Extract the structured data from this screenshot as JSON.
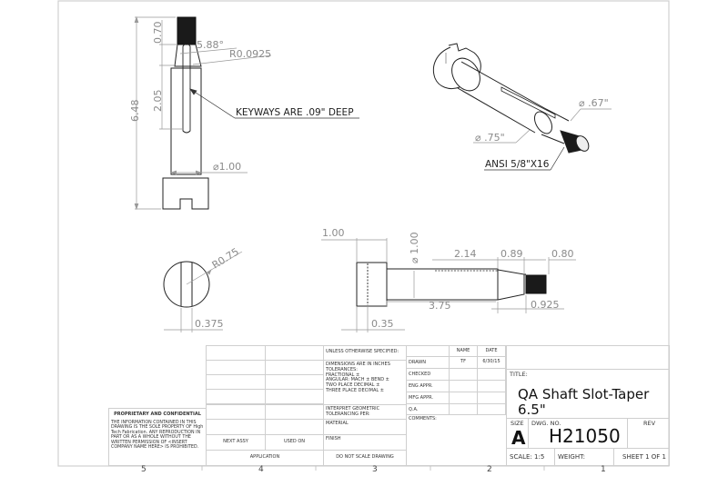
{
  "drawing": {
    "title_label": "TITLE:",
    "title": "QA Shaft Slot-Taper 6.5\"",
    "size_label": "SIZE",
    "size": "A",
    "dwg_no_label": "DWG.  NO.",
    "dwg_no": "H21050",
    "rev_label": "REV",
    "scale": "SCALE: 1:5",
    "weight": "WEIGHT:",
    "sheet": "SHEET 1 OF 1"
  },
  "views": {
    "front": {
      "overall_length": "6.48",
      "thread_length": "0.70",
      "taper_angle": "5.88°",
      "fillet_radius": "R0.0925",
      "keyway_length": "2.05",
      "keyway_note": "KEYWAYS ARE .09\" DEEP",
      "diameter": "⌀1.00"
    },
    "isometric": {
      "dia_small": "⌀ .67\"",
      "dia_taper": "⌀ .75\"",
      "thread_note": "ANSI 5/8\"X16"
    },
    "end": {
      "radius": "R0.75",
      "slot_width": "0.375"
    },
    "side": {
      "head_length": "1.00",
      "diameter": "⌀ 1.00",
      "keyway_length": "2.14",
      "taper_length": "0.89",
      "thread_length": "0.80",
      "shaft_length": "3.75",
      "tip_length": "0.925",
      "slot_depth": "0.35"
    }
  },
  "title_block": {
    "proprietary_heading": "PROPRIETARY AND CONFIDENTIAL",
    "proprietary_text": "THE INFORMATION CONTAINED IN THIS DRAWING IS THE SOLE PROPERTY OF High Tech Fabrication.  ANY REPRODUCTION IN PART OR AS A WHOLE WITHOUT THE WRITTEN PERMISSION OF <INSERT COMPANY NAME HERE> IS PROHIBITED.",
    "next_assy": "NEXT ASSY",
    "used_on": "USED ON",
    "application": "APPLICATION",
    "unless_specified": "UNLESS OTHERWISE SPECIFIED:",
    "dimensions_text": "DIMENSIONS ARE IN INCHES\nTOLERANCES:\nFRACTIONAL ±\nANGULAR: MACH ±    BEND ±\nTWO PLACE DECIMAL    ±\nTHREE PLACE DECIMAL  ±",
    "interpret": "INTERPRET GEOMETRIC TOLERANCING PER:",
    "material": "MATERIAL",
    "finish": "FINISH",
    "do_not_scale": "DO NOT SCALE DRAWING",
    "name_header": "NAME",
    "date_header": "DATE",
    "rows": [
      {
        "label": "DRAWN",
        "name": "TF",
        "date": "6/30/15"
      },
      {
        "label": "CHECKED",
        "name": "",
        "date": ""
      },
      {
        "label": "ENG APPR.",
        "name": "",
        "date": ""
      },
      {
        "label": "MFG APPR.",
        "name": "",
        "date": ""
      },
      {
        "label": "Q.A.",
        "name": "",
        "date": ""
      }
    ],
    "comments": "COMMENTS:"
  },
  "zones": [
    "5",
    "4",
    "3",
    "2",
    "1"
  ]
}
